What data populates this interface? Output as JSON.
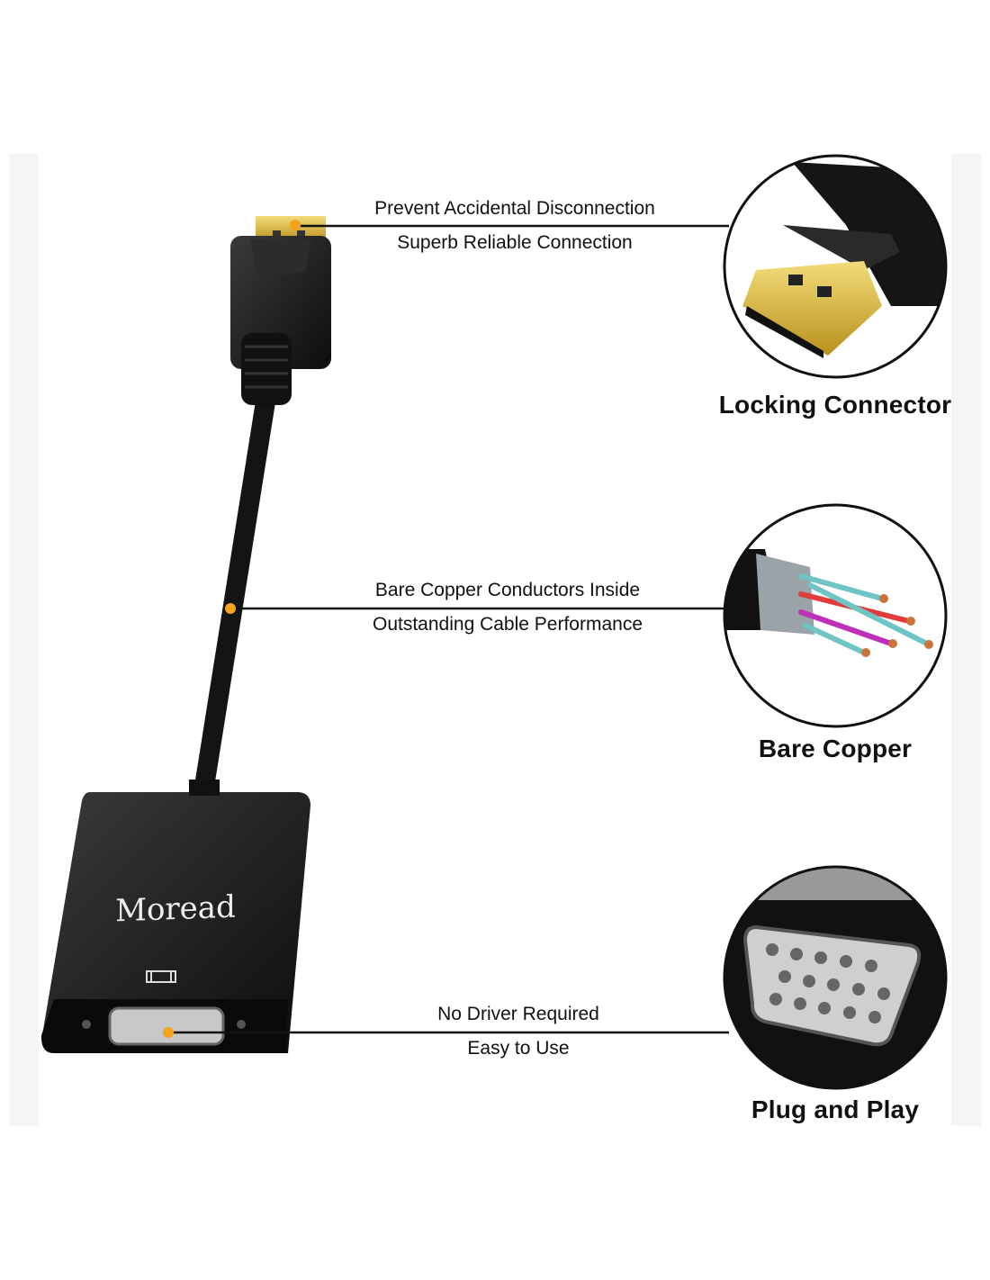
{
  "brand": "Moread",
  "features": [
    {
      "line1": "Prevent Accidental Disconnection",
      "line2": "Superb Reliable Connection",
      "title": "Locking Connector",
      "icon": "displayport-plug-icon"
    },
    {
      "line1": "Bare Copper Conductors Inside",
      "line2": "Outstanding Cable Performance",
      "title": "Bare Copper",
      "icon": "copper-wires-icon"
    },
    {
      "line1": "No Driver Required",
      "line2": "Easy to Use",
      "title": "Plug and Play",
      "icon": "vga-port-icon"
    }
  ],
  "colors": {
    "accent": "#f7a21b",
    "body": "#1a1a1a",
    "gold": "#d8b43a",
    "strip": "#f5f5f5"
  }
}
